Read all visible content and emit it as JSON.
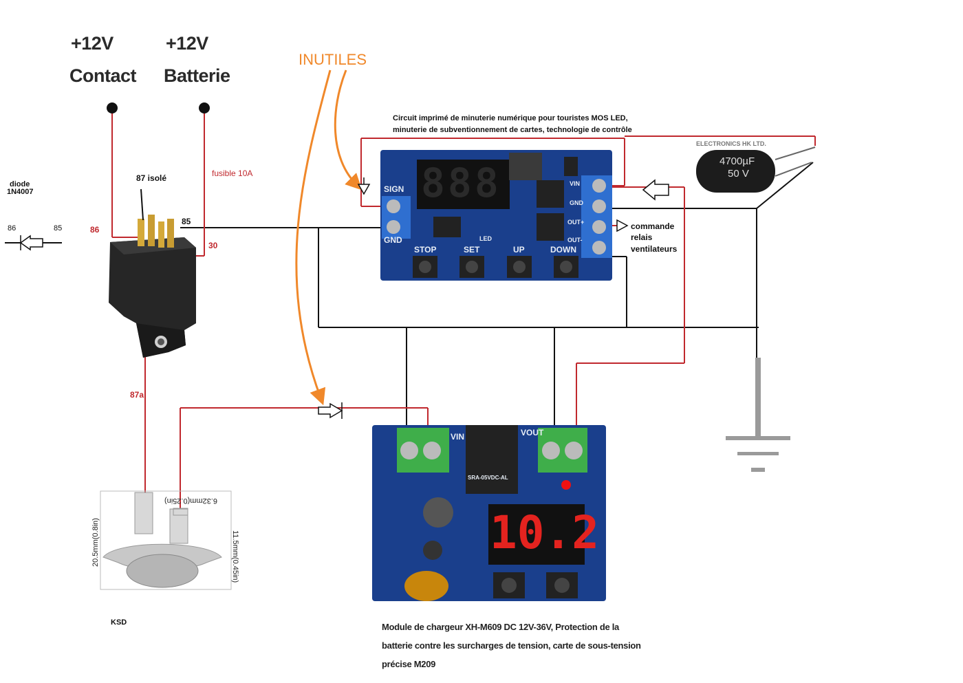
{
  "labels": {
    "contact_voltage": "+12V",
    "contact_name": "Contact",
    "battery_voltage": "+12V",
    "battery_name": "Batterie",
    "inutiles": "INUTILES",
    "diode_name": "diode",
    "diode_ref": "1N4007",
    "diode_86": "86",
    "diode_85": "85",
    "relay_86": "86",
    "relay_85": "85",
    "relay_30": "30",
    "relay_87_isole": "87 isolé",
    "relay_87a": "87a",
    "fuse": "fusible 10A",
    "timer_caption_line1": "Circuit imprimé de minuterie numérique pour touristes MOS LED,",
    "timer_caption_line2": "minuterie de subventionnement de cartes, technologie de contrôle",
    "commande_line1": "commande",
    "commande_line2": "relais",
    "commande_line3": "ventilateurs",
    "ksd": "KSD",
    "charger_caption_line1": "Module de chargeur XH-M609 DC 12V-36V, Protection de la",
    "charger_caption_line2": "batterie contre les surcharges de tension, carte de sous-tension",
    "charger_caption_line3": "précise M209"
  },
  "timer_board": {
    "display": "888",
    "sign": "SIGN",
    "gnd": "GND",
    "stop": "STOP",
    "set": "SET",
    "up": "UP",
    "down": "DOWN",
    "led": "LED",
    "vin": "VIN",
    "gnd_term": "GND",
    "out_plus": "OUT+",
    "out_minus": "OUT-"
  },
  "charger_board": {
    "display": "10.2",
    "vin": "VIN",
    "vout": "VOUT",
    "relay_marking": "SRA-05VDC-AL"
  },
  "capacitor": {
    "brand": "ELECTRONICS HK LTD.",
    "capacitance": "4700µF",
    "voltage": "50 V"
  },
  "thermostat": {
    "dim_width": "6.32mm(0.25in)",
    "dim_height": "20.5mm(0.8in)",
    "dim_tab": "11.5mm(0.45in)"
  },
  "colors": {
    "wire_red": "#c0282d",
    "wire_black": "#111111",
    "orange_annotation": "#f0882a",
    "pcb_blue": "#1a3f8c",
    "terminal_blue": "#2f6fd0",
    "terminal_green": "#3fae4a",
    "display_red": "#e4231f"
  }
}
